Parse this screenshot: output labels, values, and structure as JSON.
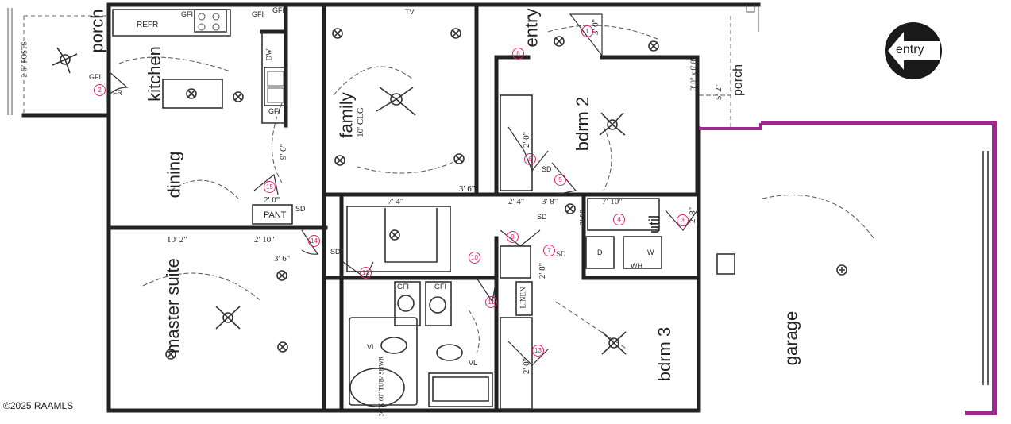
{
  "rooms": {
    "porch_left": "porch",
    "kitchen": "kitchen",
    "family": "family",
    "family_ceiling": "10' CLG",
    "entry": "entry",
    "porch_right": "porch",
    "bdrm2": "bdrm 2",
    "dining": "dining",
    "master": "master suite",
    "bdrm3": "bdrm 3",
    "garage": "garage",
    "util": "util",
    "pant": "PANT",
    "linen": "LINEN",
    "refr": "REFR",
    "dw": "DW",
    "tub": "36\"X 60\" TUB/ SHWR"
  },
  "dimensions": {
    "d_10_2": "10' 2\"",
    "d_2_10": "2' 10\"",
    "d_3_6a": "3' 6\"",
    "d_7_4": "7' 4\"",
    "d_2_4": "2' 4\"",
    "d_3_8": "3' 8\"",
    "d_7_10": "7' 10\"",
    "d_2_0a": "2' 0\"",
    "d_2_0b": "2' 0\"",
    "d_2_0c": "2' 0\"",
    "d_3_6b": "3' 6\"",
    "d_2_8a": "2' 8\"",
    "d_2_8b": "2' 8\"",
    "d_2_8c": "2' 8\"",
    "d_3_0": "3' 0\"",
    "d_5_2": "5' 2\"",
    "d_3068": "3' 0\" x 6' 8\"",
    "d_9_0": "9' 0\"",
    "posts": "2-6\" POSTS"
  },
  "symbols": {
    "gfi": "GFI",
    "sd": "SD",
    "vl": "VL",
    "d": "D",
    "w": "W",
    "tv": "TV",
    "fr": "FR",
    "wh": "WH"
  },
  "badges": [
    "1",
    "2",
    "3",
    "4",
    "5",
    "6",
    "7",
    "8",
    "9",
    "10",
    "11",
    "12",
    "13",
    "14",
    "15"
  ],
  "compass_label": "entry",
  "copyright": "©2025 RAAMLS",
  "colors": {
    "garage_outline": "#9b2a8c",
    "badge": "#d8266a",
    "wall": "#222222"
  }
}
